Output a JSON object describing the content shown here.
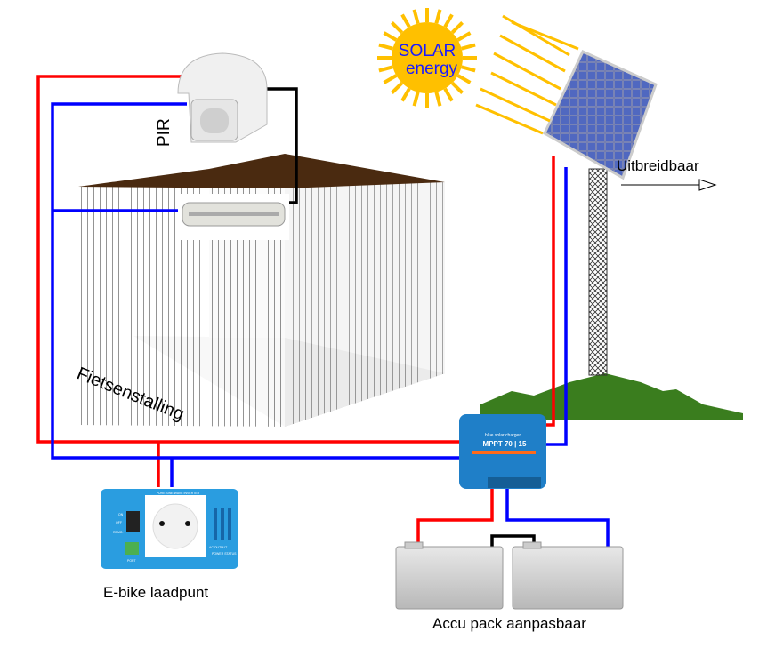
{
  "labels": {
    "sun_line1": "SOLAR",
    "sun_line2": "energy",
    "expandable": "Uitbreidbaar",
    "pir": "PIR",
    "bike_shed": "Fietsenstalling",
    "ebike_charger": "E-bike laadpunt",
    "battery_pack": "Accu pack aanpasbaar"
  },
  "charge_controller": {
    "brand_line": "blue solar charger",
    "model": "MPPT 70 | 15",
    "color": "#1f7fc8"
  },
  "inverter": {
    "title": "PURE SINE WAVE INVERTER",
    "switch_on": "ON",
    "switch_off": "OFF",
    "switch_remote": "REMO.",
    "port": "PORT",
    "output": "AC OUTPUT",
    "status": "POWER STATUS",
    "color": "#2a9de0"
  },
  "colors": {
    "positive_wire": "#ff0000",
    "negative_wire": "#0000ff",
    "signal_wire": "#000000",
    "sun": "#ffc000",
    "ground": "#3a7d1e",
    "roof": "#4a2a10"
  }
}
